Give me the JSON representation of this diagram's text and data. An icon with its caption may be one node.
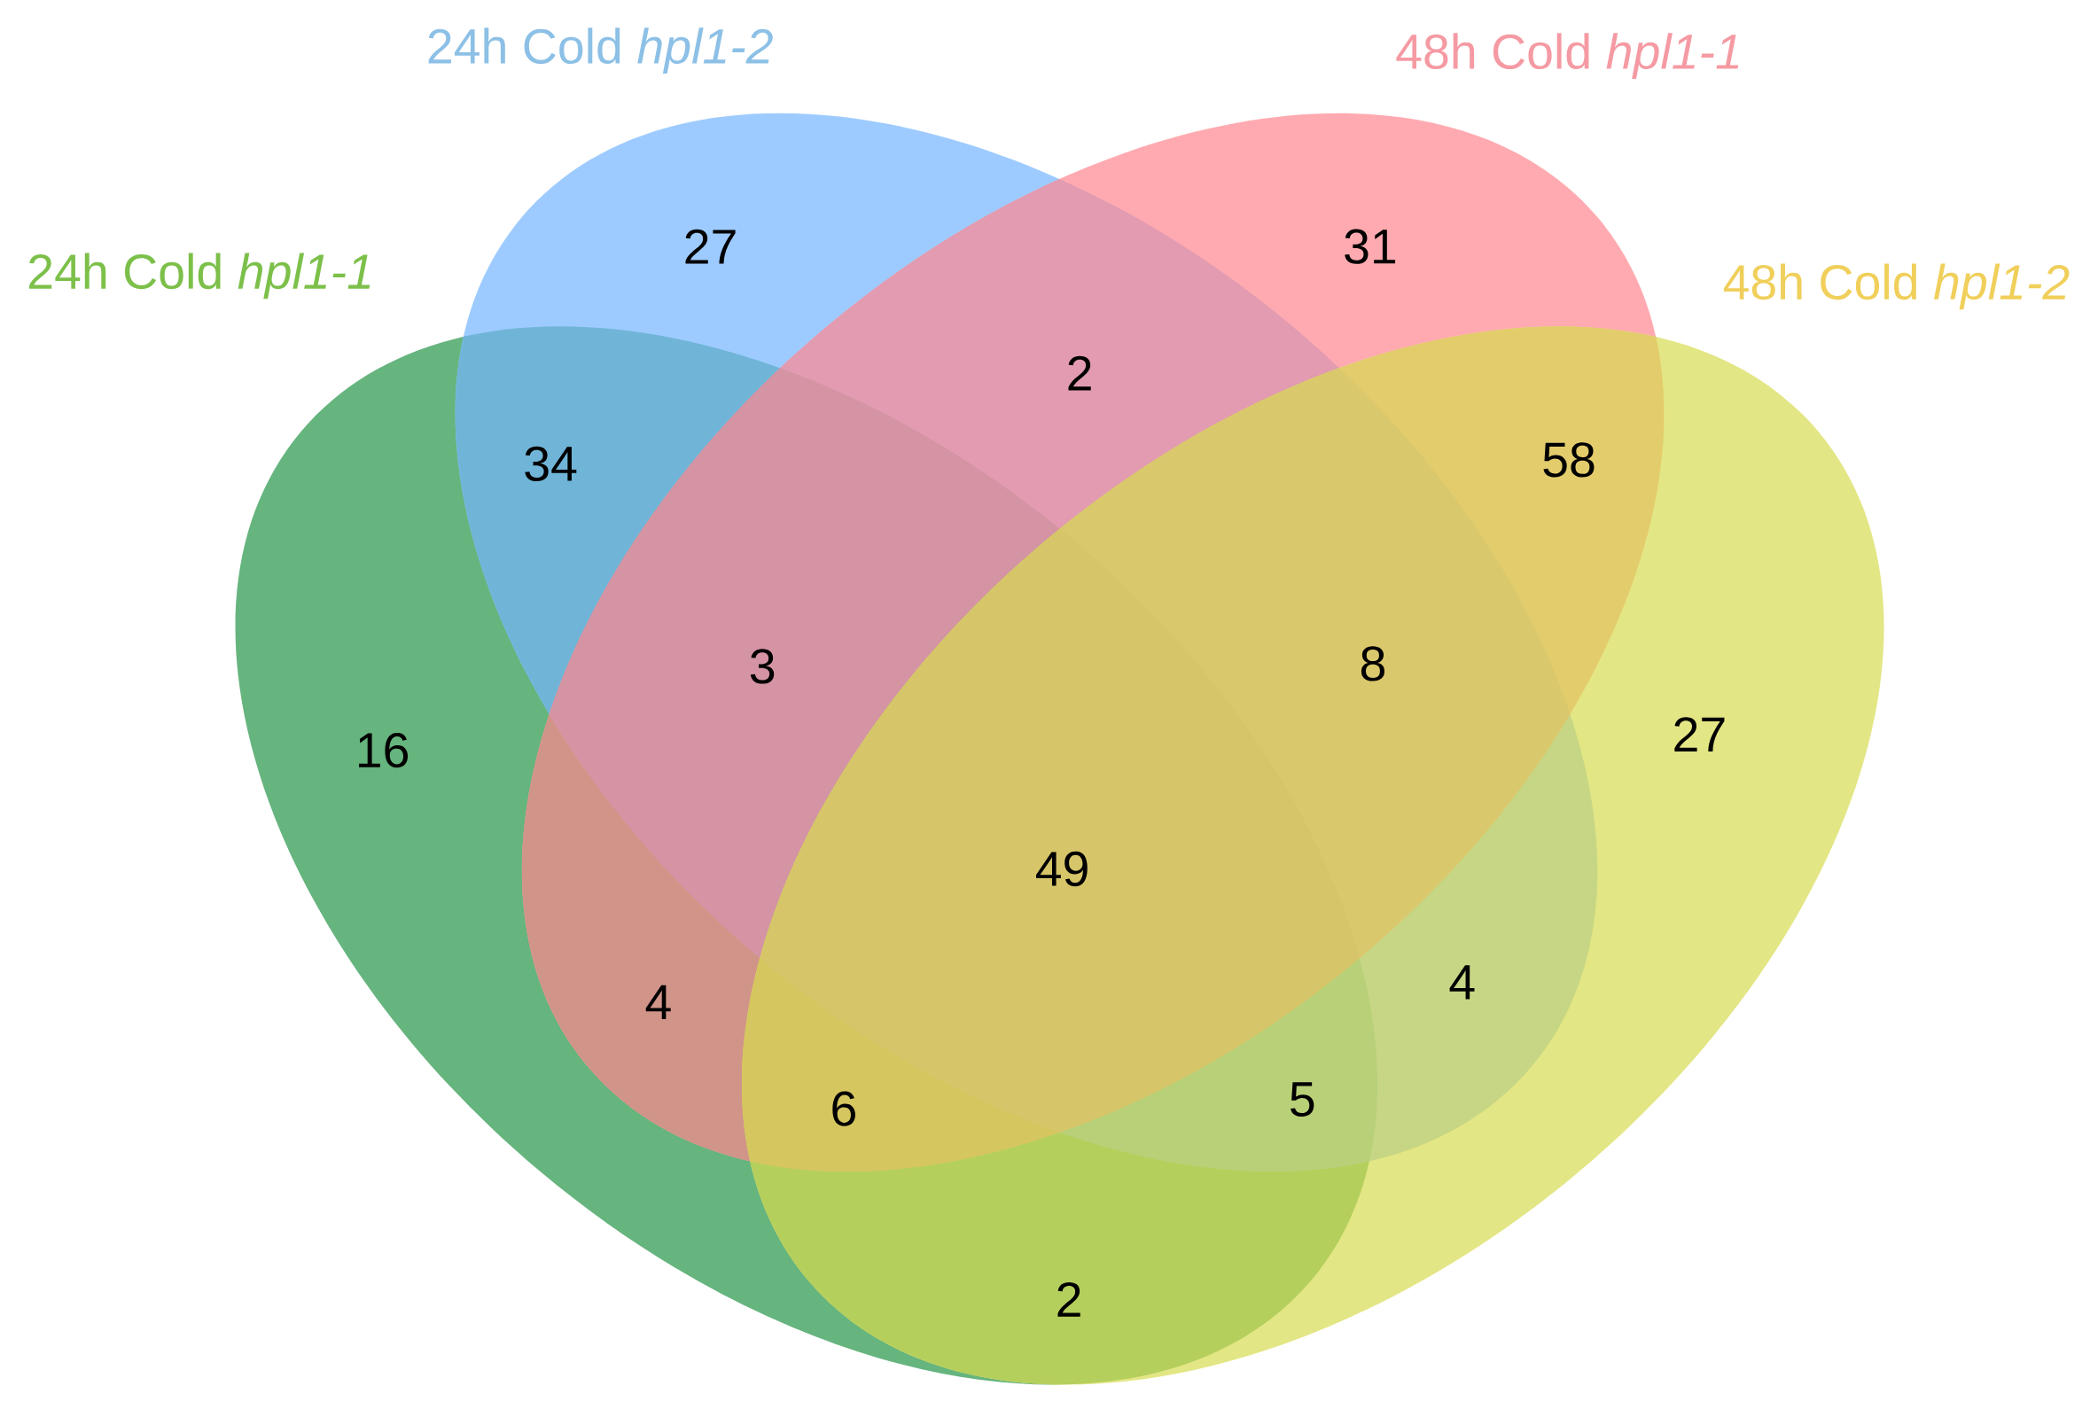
{
  "diagram": {
    "nodes": [
      {
        "text": [
          "24h Cold *hpl1-1*"
        ]
      },
      {
        "text": [
          "24h Cold *hpl1-2*"
        ]
      },
      {
        "text": [
          "48h Cold *hpl1-1*"
        ]
      },
      {
        "text": [
          "48h Cold *hpl1-2*"
        ]
      }
    ],
    "labels": [
      "27",
      "31",
      "2",
      "34",
      "58",
      "3",
      "8",
      "16",
      "27",
      "49",
      "4",
      "4",
      "6",
      "5",
      "2"
    ]
  }
}
